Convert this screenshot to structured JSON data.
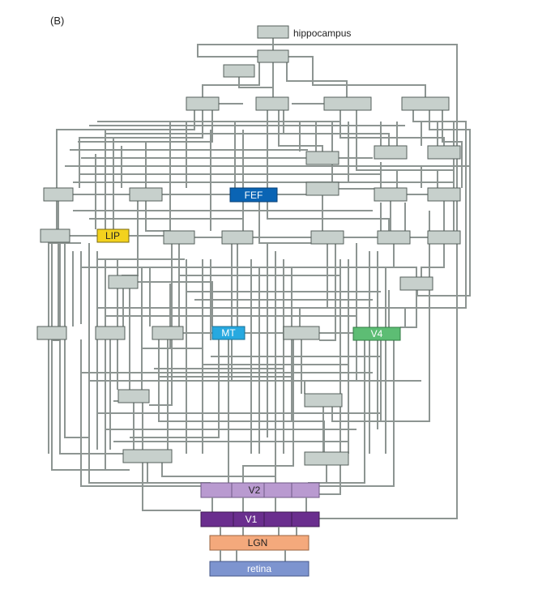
{
  "panel_label": "(B)",
  "hippocampus_label": "hippocampus",
  "colors": {
    "line": "#8d9592",
    "node_fill": "#c7d0cc",
    "node_stroke": "#555f5b",
    "FEF": "#0a64b4",
    "LIP": "#f3d21e",
    "MT": "#27a9e0",
    "V4": "#5dbd74",
    "V2": "#b99ad0",
    "V1": "#6a2e8e",
    "LGN": "#f4a97c",
    "retina": "#7d94cf"
  },
  "labeled_areas": {
    "FEF": "FEF",
    "LIP": "LIP",
    "MT": "MT",
    "V4": "V4",
    "V2": "V2",
    "V1": "V1",
    "LGN": "LGN",
    "retina": "retina"
  }
}
